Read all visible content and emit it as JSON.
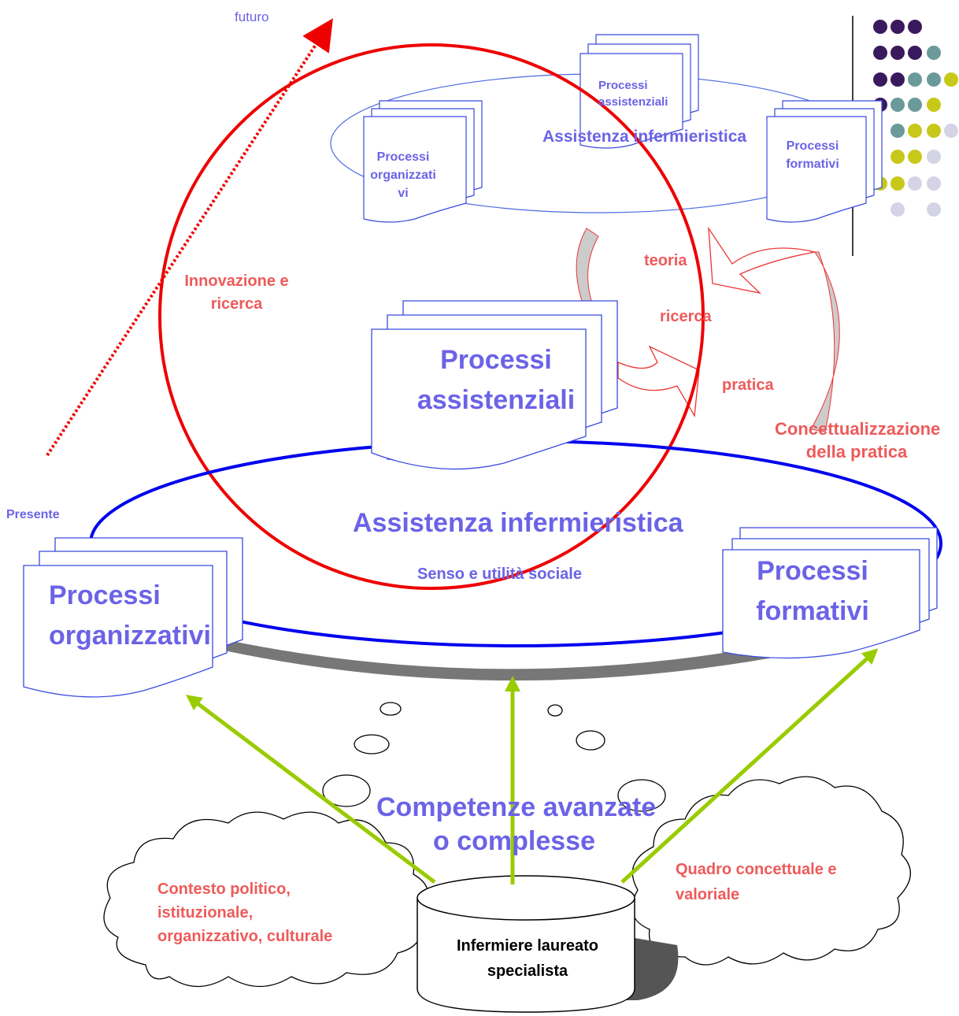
{
  "labels": {
    "futuro": "futuro",
    "presente": "Presente",
    "innovazione_l1": "Innovazione e",
    "innovazione_l2": "ricerca",
    "teoria": "teoria",
    "ricerca": "ricerca",
    "pratica": "pratica",
    "concett_l1": "Concettualizzazione",
    "concett_l2": "della pratica",
    "assistenza_main": "Assistenza infermieristica",
    "senso": "Senso e utilità sociale",
    "assistenza_small": "Assistenza infermieristica",
    "competenze_l1": "Competenze avanzate",
    "competenze_l2": "o complesse",
    "contesto_l1": "Contesto politico,",
    "contesto_l2": "istituzionale,",
    "contesto_l3": "organizzativo, culturale",
    "quadro_l1": "Quadro concettuale e",
    "quadro_l2": "valoriale",
    "infermiere_l1": "Infermiere laureato",
    "infermiere_l2": "specialista"
  },
  "documents": {
    "large_assist_l1": "Processi",
    "large_assist_l2": "assistenziali",
    "large_org_l1": "Processi",
    "large_org_l2": "organizzativi",
    "large_form_l1": "Processi",
    "large_form_l2": "formativi",
    "small_org_l1": "Processi",
    "small_org_l2": "organizzati",
    "small_org_l3": "vi",
    "small_assist_l1": "Processi",
    "small_assist_l2": "assistenziali",
    "small_form_l1": "Processi",
    "small_form_l2": "formativi"
  },
  "colors": {
    "blue_text": "#6b63e6",
    "red_text": "#ee5a5a",
    "red_line": "#ee0000",
    "blue_line": "#0000ee",
    "green_arrow": "#99cc00",
    "dot_purple": "#3a1a5e",
    "dot_teal": "#6b9a9a",
    "dot_yellow": "#c8c81a",
    "dot_lavender": "#d4d4e6"
  }
}
